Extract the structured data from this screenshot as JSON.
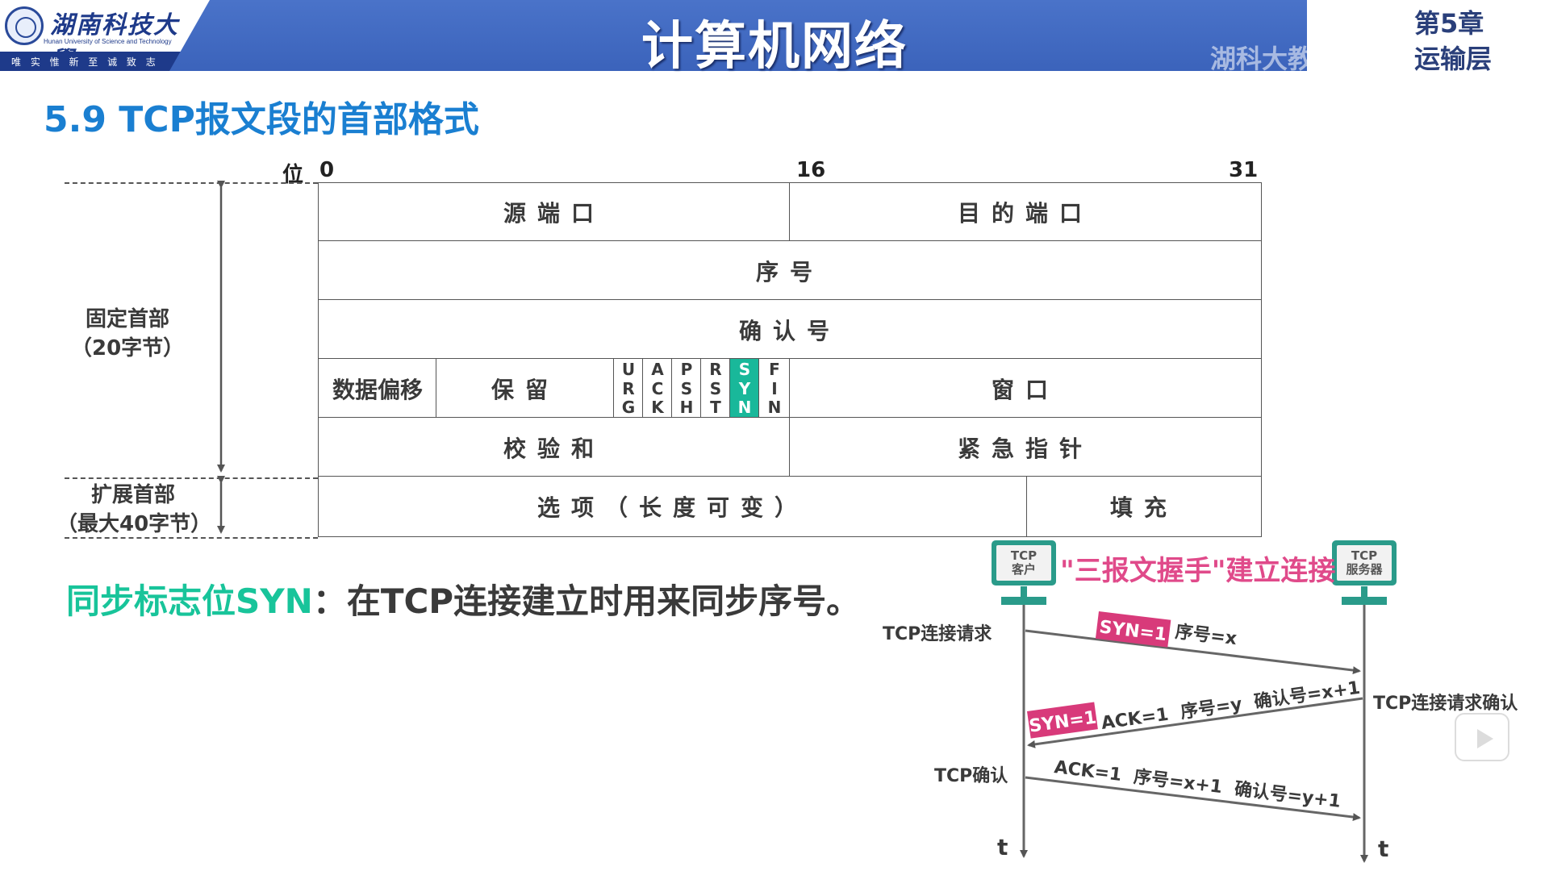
{
  "header": {
    "logo_cn": "湖南科技大學",
    "logo_en": "Hunan University of Science and Technology",
    "logo_motto": "唯 实 惟 新   至 诚 致 志",
    "main_title": "计算机网络",
    "watermark": "湖科大教书匠",
    "chapter": "第5章",
    "chapter_sub": "运输层"
  },
  "subtitle": "5.9 TCP报文段的首部格式",
  "bits": {
    "prefix": "位",
    "b0": "0",
    "b16": "16",
    "b31": "31"
  },
  "table": {
    "src_port": "源端口",
    "dst_port": "目的端口",
    "seq": "序号",
    "ack_no": "确认号",
    "data_offset": "数据偏移",
    "reserved": "保留",
    "flags": [
      {
        "name": "URG",
        "letters": [
          "U",
          "R",
          "G"
        ]
      },
      {
        "name": "ACK",
        "letters": [
          "A",
          "C",
          "K"
        ]
      },
      {
        "name": "PSH",
        "letters": [
          "P",
          "S",
          "H"
        ]
      },
      {
        "name": "RST",
        "letters": [
          "R",
          "S",
          "T"
        ]
      },
      {
        "name": "SYN",
        "letters": [
          "S",
          "Y",
          "N"
        ]
      },
      {
        "name": "FIN",
        "letters": [
          "F",
          "I",
          "N"
        ]
      }
    ],
    "window": "窗口",
    "checksum": "校验和",
    "urgent_ptr": "紧急指针",
    "options": "选项（长度可变）",
    "padding": "填充"
  },
  "side": {
    "fixed_line1": "固定首部",
    "fixed_line2": "（20字节）",
    "ext_line1": "扩展首部",
    "ext_line2": "（最大40字节）"
  },
  "syn_sentence": {
    "highlight": "同步标志位SYN",
    "rest": "：在TCP连接建立时用来同步序号。"
  },
  "handshake": {
    "title": "\"三报文握手\"建立连接",
    "client": {
      "line1": "TCP",
      "line2": "客户"
    },
    "server": {
      "line1": "TCP",
      "line2": "服务器"
    },
    "req_label": "TCP连接请求",
    "req_syn": "SYN=1",
    "req_seq": "序号=x",
    "resp_label": "TCP连接请求确认",
    "resp_syn": "SYN=1",
    "resp_fields": "ACK=1  序号=y  确认号=x+1",
    "ack_label": "TCP确认",
    "ack_fields": "ACK=1  序号=x+1  确认号=y+1",
    "t_left": "t",
    "t_right": "t"
  },
  "colors": {
    "syn_green": "#19b89a",
    "pink": "#e04a8a",
    "title_blue": "#1a7fd1",
    "header_blue": "#3b63bb"
  }
}
